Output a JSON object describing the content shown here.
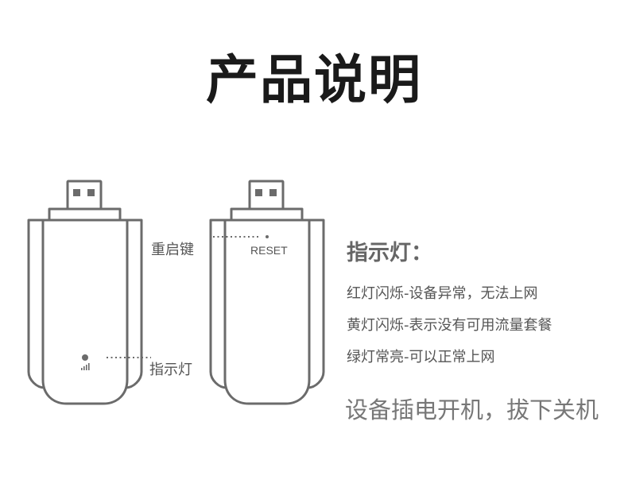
{
  "title": "产品说明",
  "device_labels": {
    "reset_button": "重启键",
    "indicator_light": "指示灯",
    "reset_text": "RESET"
  },
  "indicator_info": {
    "heading": "指示灯：",
    "states": [
      "红灯闪烁-设备异常，无法上网",
      "黄灯闪烁-表示没有可用流量套餐",
      "绿灯常亮-可以正常上网"
    ]
  },
  "bottom_note": "设备插电开机，拔下关机",
  "colors": {
    "outline": "#6b6b6b",
    "title": "#1a1a1a"
  }
}
